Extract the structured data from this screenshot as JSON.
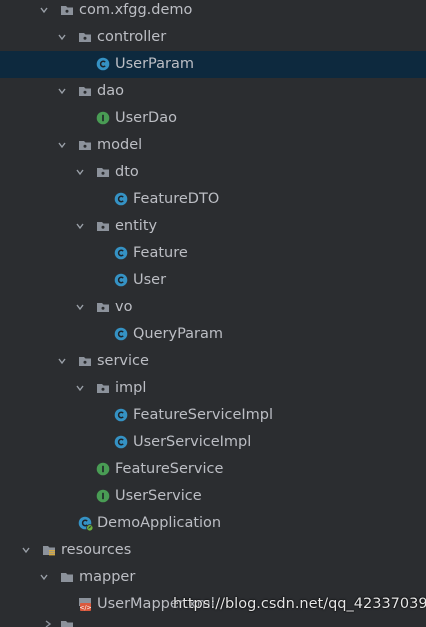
{
  "tree": [
    {
      "label": "com.xfgg.demo",
      "type": "package",
      "depth": 3,
      "expanded": true
    },
    {
      "label": "controller",
      "type": "package",
      "depth": 4,
      "expanded": true
    },
    {
      "label": "UserParam",
      "type": "class",
      "depth": 5,
      "selected": true
    },
    {
      "label": "dao",
      "type": "package",
      "depth": 4,
      "expanded": true
    },
    {
      "label": "UserDao",
      "type": "interface",
      "depth": 5
    },
    {
      "label": "model",
      "type": "package",
      "depth": 4,
      "expanded": true
    },
    {
      "label": "dto",
      "type": "package",
      "depth": 5,
      "expanded": true
    },
    {
      "label": "FeatureDTO",
      "type": "class",
      "depth": 6
    },
    {
      "label": "entity",
      "type": "package",
      "depth": 5,
      "expanded": true
    },
    {
      "label": "Feature",
      "type": "class",
      "depth": 6
    },
    {
      "label": "User",
      "type": "class",
      "depth": 6
    },
    {
      "label": "vo",
      "type": "package",
      "depth": 5,
      "expanded": true
    },
    {
      "label": "QueryParam",
      "type": "class",
      "depth": 6
    },
    {
      "label": "service",
      "type": "package",
      "depth": 4,
      "expanded": true
    },
    {
      "label": "impl",
      "type": "package",
      "depth": 5,
      "expanded": true
    },
    {
      "label": "FeatureServiceImpl",
      "type": "class",
      "depth": 6
    },
    {
      "label": "UserServiceImpl",
      "type": "class",
      "depth": 6
    },
    {
      "label": "FeatureService",
      "type": "interface",
      "depth": 5
    },
    {
      "label": "UserService",
      "type": "interface",
      "depth": 5
    },
    {
      "label": "DemoApplication",
      "type": "spring-app",
      "depth": 4
    },
    {
      "label": "resources",
      "type": "resources",
      "depth": 2,
      "expanded": true
    },
    {
      "label": "mapper",
      "type": "folder",
      "depth": 3,
      "expanded": true
    },
    {
      "label": "UserMapper.xml",
      "type": "xml",
      "depth": 4
    }
  ],
  "watermark": "https://blog.csdn.net/qq_42337039",
  "colors": {
    "background": "#2b2d30",
    "selection": "#0d293e",
    "text": "#bcbec4",
    "class_icon": "#3592c4",
    "interface_icon": "#499c54",
    "folder_icon": "#8c929b"
  }
}
